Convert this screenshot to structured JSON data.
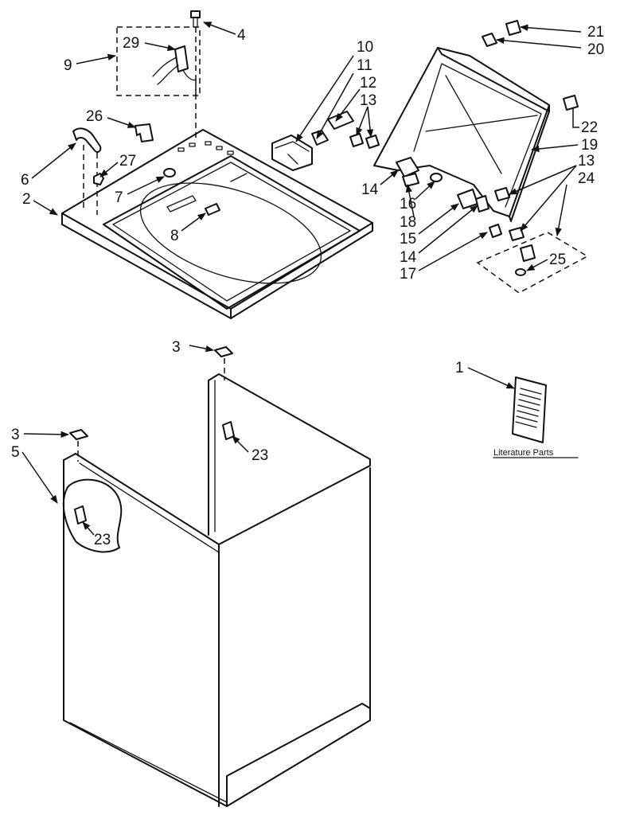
{
  "labels": {
    "l1": "1",
    "l2": "2",
    "l3a": "3",
    "l3b": "3",
    "l4": "4",
    "l5": "5",
    "l6": "6",
    "l7": "7",
    "l8": "8",
    "l9": "9",
    "l10": "10",
    "l11": "11",
    "l12": "12",
    "l13a": "13",
    "l13b": "13",
    "l14a": "14",
    "l14b": "14",
    "l15": "15",
    "l16": "16",
    "l17": "17",
    "l18": "18",
    "l19": "19",
    "l20": "20",
    "l21": "21",
    "l22": "22",
    "l23a": "23",
    "l23b": "23",
    "l24": "24",
    "l25": "25",
    "l26": "26",
    "l27": "27",
    "l29": "29"
  },
  "literature_caption": "Literature Parts",
  "colors": {
    "ink": "#111111",
    "paper": "#ffffff"
  }
}
